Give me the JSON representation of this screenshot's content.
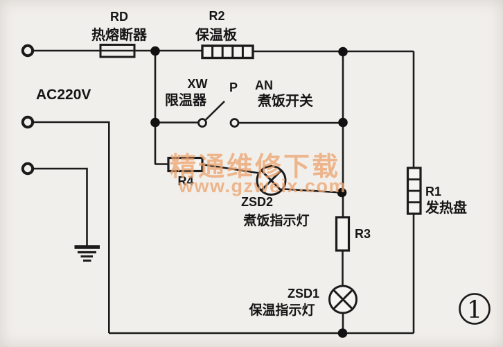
{
  "diagram": {
    "power_label": "AC220V",
    "figure_number": "1",
    "components": {
      "rd": {
        "id": "RD",
        "name": "热熔断器"
      },
      "r2": {
        "id": "R2",
        "name": "保温板"
      },
      "xw": {
        "id": "XW",
        "name": "限温器"
      },
      "p": {
        "id": "P"
      },
      "an": {
        "id": "AN",
        "name": "煮饭开关"
      },
      "r4": {
        "id": "R4"
      },
      "zsd2": {
        "id": "ZSD2",
        "name": "煮饭指示灯"
      },
      "r1": {
        "id": "R1",
        "name": "发热盘"
      },
      "r3": {
        "id": "R3"
      },
      "zsd1": {
        "id": "ZSD1",
        "name": "保温指示灯"
      }
    },
    "watermark": {
      "line1": "精通维修下载",
      "line2": "www.gzweix.com",
      "color": "#eda571"
    },
    "colors": {
      "background": "#f1efeb",
      "line": "#1b1b1b"
    }
  }
}
